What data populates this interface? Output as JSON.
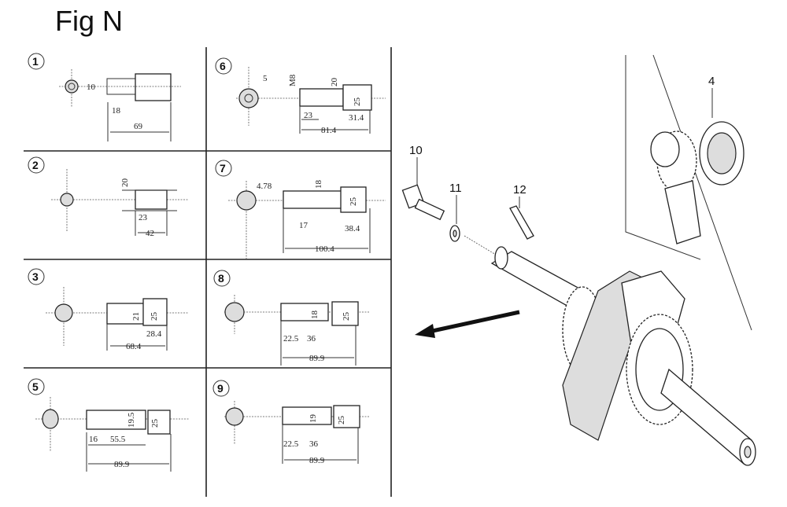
{
  "title": "Fig N",
  "panels": [
    {
      "id": "1",
      "dims": [
        "10",
        "18",
        "69"
      ]
    },
    {
      "id": "2",
      "dims": [
        "20",
        "23",
        "42"
      ]
    },
    {
      "id": "3",
      "dims": [
        "21",
        "25",
        "28.4",
        "68.4"
      ]
    },
    {
      "id": "5",
      "dims": [
        "16",
        "19.5",
        "25",
        "55.5",
        "89.9"
      ]
    },
    {
      "id": "6",
      "dims": [
        "5",
        "M8",
        "20",
        "25",
        "23",
        "31.4",
        "81.4"
      ]
    },
    {
      "id": "7",
      "dims": [
        "4.78",
        "18",
        "25",
        "17",
        "38.4",
        "100.4"
      ]
    },
    {
      "id": "8",
      "dims": [
        "18",
        "25",
        "22.5",
        "36",
        "89.9"
      ]
    },
    {
      "id": "9",
      "dims": [
        "19",
        "25",
        "22.5",
        "36",
        "89.9"
      ]
    }
  ],
  "parts": {
    "p10": "10",
    "p11": "11",
    "p12": "12",
    "p4": "4"
  }
}
